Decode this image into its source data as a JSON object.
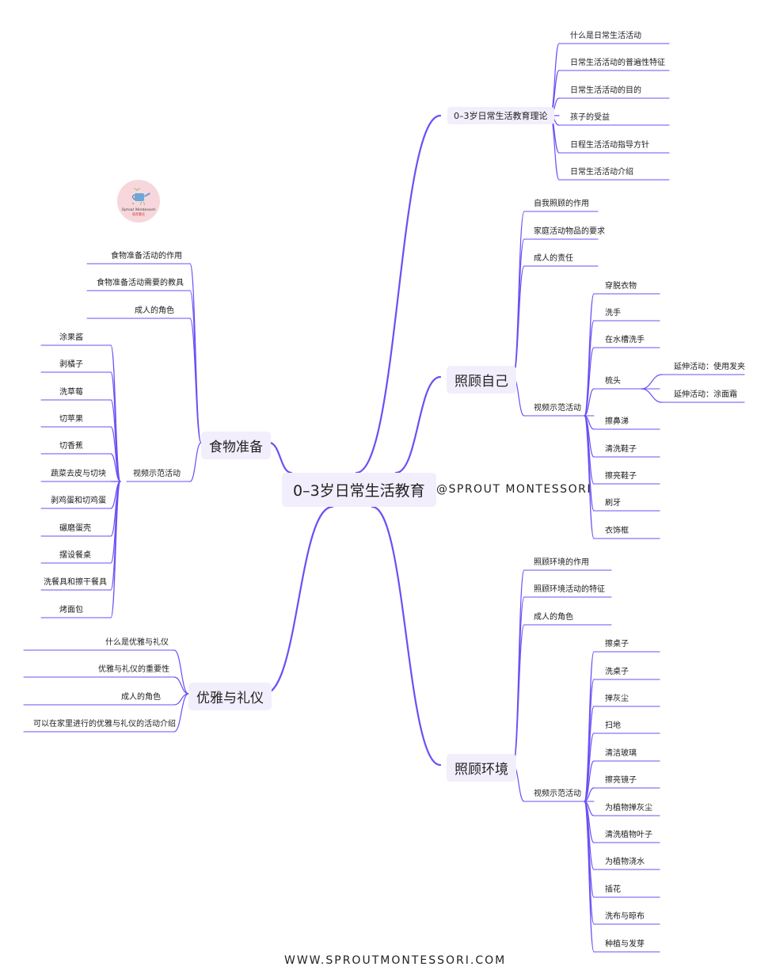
{
  "brand": {
    "handle": "@SPROUT MONTESSORI",
    "website": "WWW.SPROUTMONTESSORI.COM",
    "logo_script": "Sprout Montessori",
    "logo_chinese": "萌芽蒙氏",
    "colors": {
      "line": "#6b4ff5",
      "node_bg": "#f2eefc",
      "logo_bg": "#f7d7dc"
    }
  },
  "map": {
    "root": "0–3岁日常生活教育",
    "theory": {
      "title": "0–3岁日常生活教育理论",
      "items": [
        "什么是日常生活活动",
        "日常生活活动的普遍性特征",
        "日常生活活动的目的",
        "孩子的受益",
        "日程生活活动指导方针",
        "日常生活活动介绍"
      ]
    },
    "self_care": {
      "title": "照顾自己",
      "items": [
        "自我照顾的作用",
        "家庭活动物品的要求",
        "成人的责任"
      ],
      "video_label": "视频示范活动",
      "videos": [
        "穿脱衣物",
        "洗手",
        "在水槽洗手",
        "梳头",
        "擦鼻涕",
        "清洗鞋子",
        "擦亮鞋子",
        "刷牙",
        "衣饰框"
      ],
      "comb_extensions": [
        "延伸活动：使用发夹",
        "延伸活动：涂面霜"
      ]
    },
    "environment": {
      "title": "照顾环境",
      "items": [
        "照顾环境的作用",
        "照顾环境活动的特征",
        "成人的角色"
      ],
      "video_label": "视频示范活动",
      "videos": [
        "擦桌子",
        "洗桌子",
        "掸灰尘",
        "扫地",
        "清洁玻璃",
        "擦亮镜子",
        "为植物掸灰尘",
        "清洗植物叶子",
        "为植物浇水",
        "插花",
        "洗布与晾布",
        "种植与发芽"
      ]
    },
    "food": {
      "title": "食物准备",
      "items": [
        "食物准备活动的作用",
        "食物准备活动需要的教具",
        "成人的角色"
      ],
      "video_label": "视频示范活动",
      "videos": [
        "涂果酱",
        "剥橘子",
        "洗草莓",
        "切苹果",
        "切香蕉",
        "蔬菜去皮与切块",
        "剥鸡蛋和切鸡蛋",
        "碾磨蛋壳",
        "摆设餐桌",
        "洗餐具和擦干餐具",
        "烤面包"
      ]
    },
    "grace": {
      "title": "优雅与礼仪",
      "items": [
        "什么是优雅与礼仪",
        "优雅与礼仪的重要性",
        "成人的角色",
        "可以在家里进行的优雅与礼仪的活动介绍"
      ]
    }
  }
}
